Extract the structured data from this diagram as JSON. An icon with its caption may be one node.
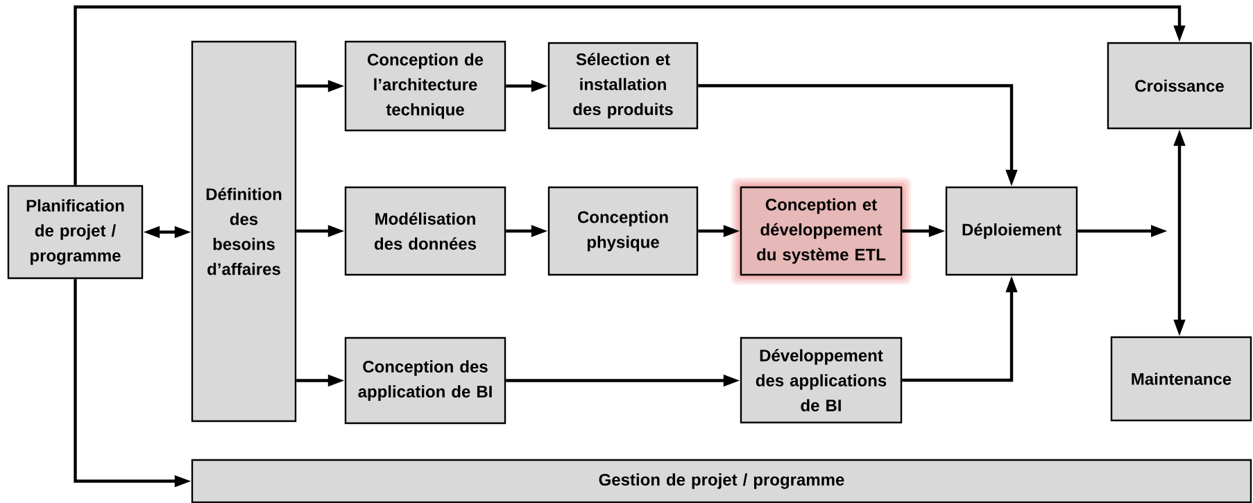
{
  "diagram": {
    "nodes": [
      {
        "text": [
          "Planification de projet / programme"
        ]
      },
      {
        "text": [
          "Définition des besoins d’affaires"
        ]
      },
      {
        "text": [
          "Conception de l’architecture technique"
        ]
      },
      {
        "text": [
          "Sélection et installation des produits"
        ]
      },
      {
        "text": [
          "Modélisation des données"
        ]
      },
      {
        "text": [
          "Conception physique"
        ]
      },
      {
        "text": [
          "Conception et développement du système ETL"
        ]
      },
      {
        "text": [
          "Déploiement"
        ]
      },
      {
        "text": [
          "Croissance"
        ]
      },
      {
        "text": [
          "Maintenance"
        ]
      },
      {
        "text": [
          "Conception des application de BI"
        ]
      },
      {
        "text": [
          "Développement des applications de BI"
        ]
      },
      {
        "text": [
          "Gestion de projet / programme"
        ]
      }
    ],
    "edges": [
      {
        "from": 0,
        "to": 1,
        "arrow": "both"
      },
      {
        "from": 0,
        "to": 8,
        "arrow": "to"
      },
      {
        "from": 0,
        "to": 12,
        "arrow": "to"
      },
      {
        "from": 1,
        "to": 2,
        "arrow": "to"
      },
      {
        "from": 1,
        "to": 4,
        "arrow": "to"
      },
      {
        "from": 1,
        "to": 10,
        "arrow": "to"
      },
      {
        "from": 2,
        "to": 3,
        "arrow": "to"
      },
      {
        "from": 3,
        "to": 7,
        "arrow": "to"
      },
      {
        "from": 4,
        "to": 5,
        "arrow": "to"
      },
      {
        "from": 5,
        "to": 6,
        "arrow": "to"
      },
      {
        "from": 6,
        "to": 7,
        "arrow": "to"
      },
      {
        "from": 10,
        "to": 11,
        "arrow": "to"
      },
      {
        "from": 11,
        "to": 7,
        "arrow": "to"
      },
      {
        "from": 7,
        "to": null,
        "arrow": "to"
      },
      {
        "from": 8,
        "to": 9,
        "arrow": "both"
      }
    ]
  }
}
